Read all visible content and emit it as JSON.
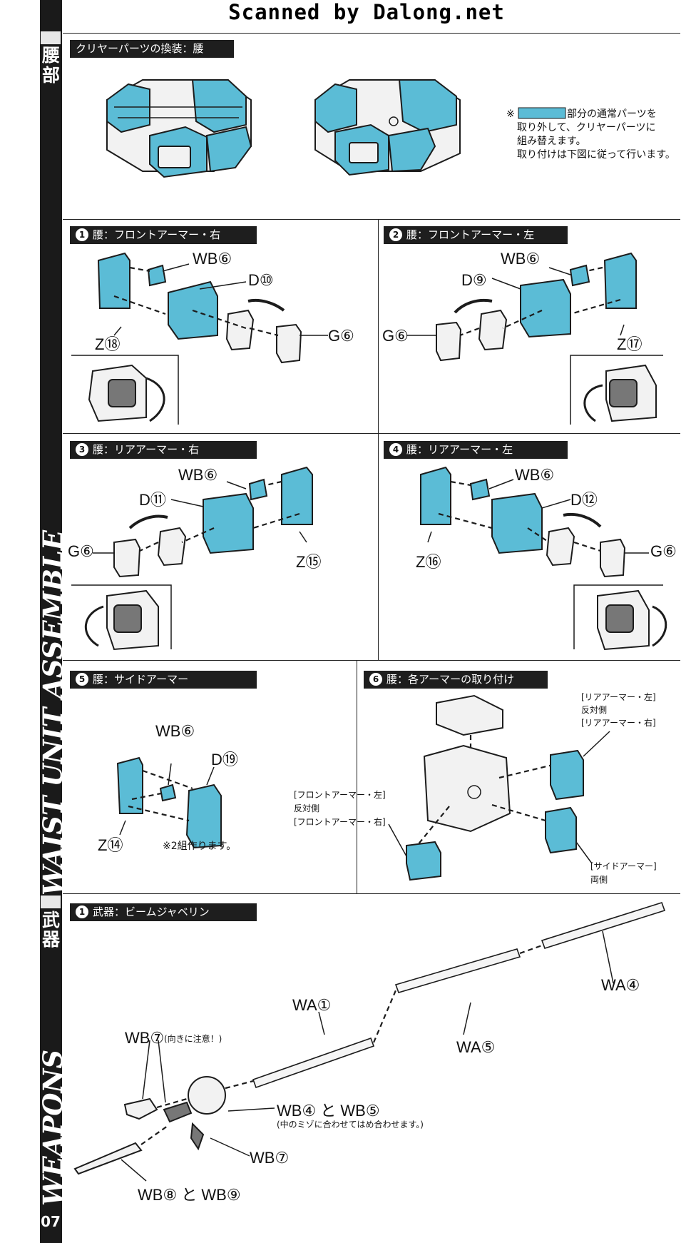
{
  "header": {
    "scan_credit": "Scanned by Dalong.net"
  },
  "spine": {
    "section1_kanji": [
      "腰",
      "部"
    ],
    "section1_title": "WAIST UNIT ASSEMBLE",
    "section2_kanji": [
      "武",
      "器"
    ],
    "section2_title": "WEAPONS",
    "page_number": "07"
  },
  "clear_parts": {
    "label": "クリヤーパーツの換装：腰",
    "note_mark": "※",
    "note_line1": "部分の通常パーツを",
    "note_line2": "取り外して、クリヤーパーツに",
    "note_line3": "組み替えます。",
    "note_line4": "取り付けは下図に従って行います。",
    "highlight_color": "#5bbcd6"
  },
  "steps": {
    "s1": {
      "num": "1",
      "title": "腰：フロントアーマー・右",
      "labels": {
        "wb": "WB⑥",
        "d": "D⑩",
        "z": "Z⑱",
        "g": "G⑥"
      }
    },
    "s2": {
      "num": "2",
      "title": "腰：フロントアーマー・左",
      "labels": {
        "wb": "WB⑥",
        "d": "D⑨",
        "z": "Z⑰",
        "g": "G⑥"
      }
    },
    "s3": {
      "num": "3",
      "title": "腰：リアアーマー・右",
      "labels": {
        "wb": "WB⑥",
        "d": "D⑪",
        "z": "Z⑮",
        "g": "G⑥"
      }
    },
    "s4": {
      "num": "4",
      "title": "腰：リアアーマー・左",
      "labels": {
        "wb": "WB⑥",
        "d": "D⑫",
        "z": "Z⑯",
        "g": "G⑥"
      }
    },
    "s5": {
      "num": "5",
      "title": "腰：サイドアーマー",
      "labels": {
        "wb": "WB⑥",
        "d": "D⑲",
        "z": "Z⑭"
      },
      "note": "※2組作ります。"
    },
    "s6": {
      "num": "6",
      "title": "腰：各アーマーの取り付け",
      "rear_line1": "[リアアーマー・左]",
      "rear_line2": "反対側",
      "rear_line3": "[リアアーマー・右]",
      "front_line1": "[フロントアーマー・左]",
      "front_line2": "反対側",
      "front_line3": "[フロントアーマー・右]",
      "side_line1": "[サイドアーマー]",
      "side_line2": "両側"
    }
  },
  "weapons": {
    "num": "1",
    "title": "武器：ビームジャベリン",
    "wa4": "WA④",
    "wa1": "WA①",
    "wa5": "WA⑤",
    "wb7_top": "WB⑦",
    "wb7_top_note": "(向きに注意！)",
    "wb45": "WB④ と WB⑤",
    "wb45_note": "(中のミゾに合わせてはめ合わせます。)",
    "wb7_bottom": "WB⑦",
    "wb89": "WB⑧ と WB⑨"
  }
}
